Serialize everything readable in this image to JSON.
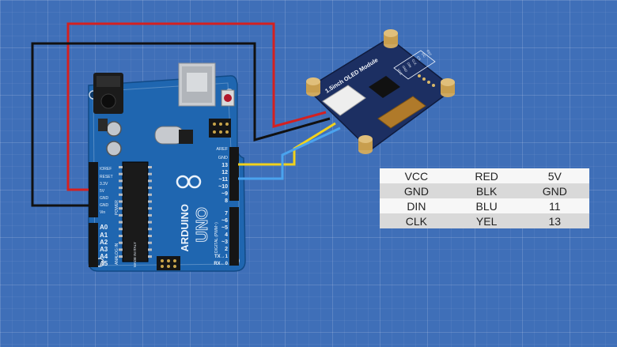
{
  "board": {
    "brand": "ARDUINO",
    "model": "UNO",
    "pin_labels": {
      "aref": "AREF",
      "gnd_top": "GND",
      "d13": "13",
      "d12": "12",
      "d11": "~11",
      "d10": "~10",
      "d9": "~9",
      "d8": "8",
      "d7": "7",
      "d6": "~6",
      "d5": "~5",
      "d4": "4",
      "d3": "~3",
      "d2": "2",
      "d1": "TX→1",
      "d0": "RX←0",
      "ioref": "IOREF",
      "reset": "RESET",
      "v33": "3.3V",
      "v5": "5V",
      "gnd1": "GND",
      "gnd2": "GND",
      "vin": "Vin",
      "a0": "A0",
      "a1": "A1",
      "a2": "A2",
      "a3": "A3",
      "a4": "A4",
      "a5": "A5",
      "power": "POWER",
      "analog_in": "ANALOG IN",
      "digital": "DIGITAL (PWM~)",
      "made_in": "MADE IN ITALY"
    }
  },
  "oled_module": {
    "label": "1.5inch OLED Module",
    "pins": [
      "VCC",
      "GND",
      "DIN",
      "CLK",
      "CS",
      "DC",
      "RST"
    ]
  },
  "wire_colors": {
    "vcc": "#d42020",
    "gnd": "#111111",
    "din": "#4aa3ee",
    "clk": "#f2d21c"
  },
  "pin_table": [
    [
      "VCC",
      "RED",
      "5V"
    ],
    [
      "GND",
      "BLK",
      "GND"
    ],
    [
      "DIN",
      "BLU",
      "11"
    ],
    [
      "CLK",
      "YEL",
      "13"
    ]
  ]
}
